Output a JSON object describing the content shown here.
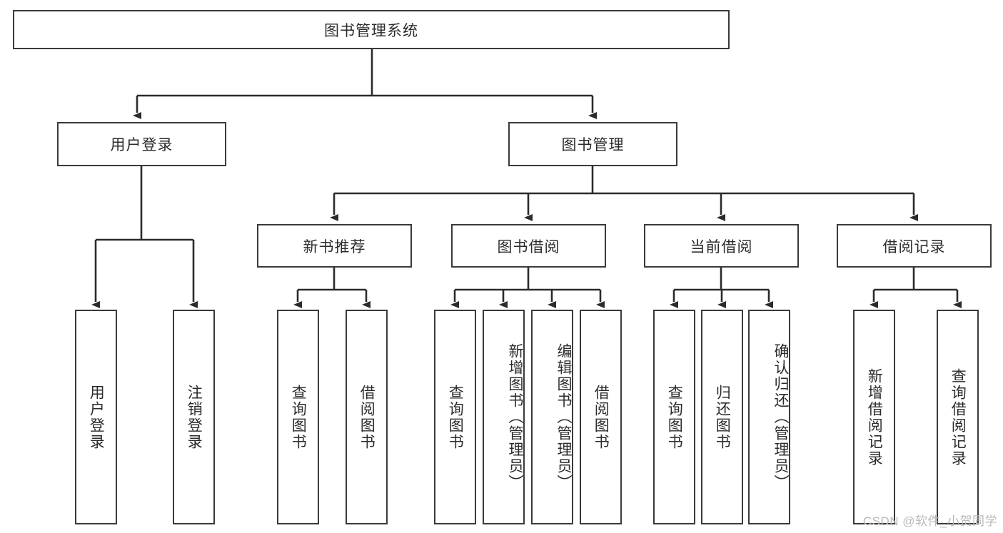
{
  "diagram": {
    "title": "图书管理系统",
    "type": "tree",
    "watermark": "CSDN @软件_小贺同学",
    "style": {
      "box_stroke": "#3a3a3a",
      "box_fill": "#ffffff",
      "edge_stroke": "#2b2b2b",
      "text_color": "#2b2b2b",
      "background": "#ffffff"
    },
    "nodes": {
      "root": {
        "label": "图书管理系统",
        "orientation": "horizontal"
      },
      "l1": [
        {
          "id": "user_login",
          "label": "用户登录",
          "orientation": "horizontal"
        },
        {
          "id": "book_mgmt",
          "label": "图书管理",
          "orientation": "horizontal"
        }
      ],
      "l2": [
        {
          "id": "new_book_rec",
          "label": "新书推荐",
          "orientation": "horizontal",
          "parent": "book_mgmt"
        },
        {
          "id": "book_borrow",
          "label": "图书借阅",
          "orientation": "horizontal",
          "parent": "book_mgmt"
        },
        {
          "id": "current_borrow",
          "label": "当前借阅",
          "orientation": "horizontal",
          "parent": "book_mgmt"
        },
        {
          "id": "borrow_record",
          "label": "借阅记录",
          "orientation": "horizontal",
          "parent": "book_mgmt"
        }
      ],
      "leaves": [
        {
          "id": "leaf_user_login",
          "label": "用户登录",
          "orientation": "vertical",
          "parent": "user_login"
        },
        {
          "id": "leaf_user_logout",
          "label": "注销登录",
          "orientation": "vertical",
          "parent": "user_login"
        },
        {
          "id": "leaf_query_book_1",
          "label": "查询图书",
          "orientation": "vertical",
          "parent": "new_book_rec"
        },
        {
          "id": "leaf_borrow_book_1",
          "label": "借阅图书",
          "orientation": "vertical",
          "parent": "new_book_rec"
        },
        {
          "id": "leaf_query_book_2",
          "label": "查询图书",
          "orientation": "vertical",
          "parent": "book_borrow"
        },
        {
          "id": "leaf_add_book",
          "label": "新增图书（管理员）",
          "orientation": "vertical",
          "parent": "book_borrow"
        },
        {
          "id": "leaf_edit_book",
          "label": "编辑图书（管理员）",
          "orientation": "vertical",
          "parent": "book_borrow"
        },
        {
          "id": "leaf_borrow_book_2",
          "label": "借阅图书",
          "orientation": "vertical",
          "parent": "book_borrow"
        },
        {
          "id": "leaf_query_book_3",
          "label": "查询图书",
          "orientation": "vertical",
          "parent": "current_borrow"
        },
        {
          "id": "leaf_return_book",
          "label": "归还图书",
          "orientation": "vertical",
          "parent": "current_borrow"
        },
        {
          "id": "leaf_confirm_return",
          "label": "确认归还（管理员）",
          "orientation": "vertical",
          "parent": "current_borrow"
        },
        {
          "id": "leaf_add_record",
          "label": "新增借阅记录",
          "orientation": "vertical",
          "parent": "borrow_record"
        },
        {
          "id": "leaf_query_record",
          "label": "查询借阅记录",
          "orientation": "vertical",
          "parent": "borrow_record"
        }
      ]
    }
  }
}
